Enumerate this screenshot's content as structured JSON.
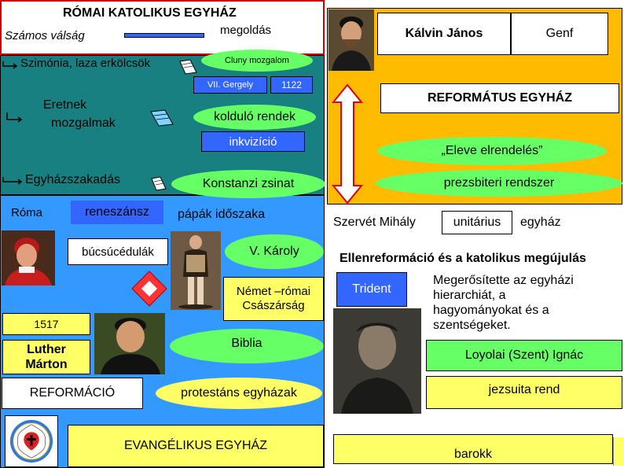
{
  "title": "RÓMAI KATOLIKUS EGYHÁZ",
  "left_top": {
    "valsag": "Számos válság",
    "megoldas": "megoldás",
    "szimonia": "Szimónia, laza erkölcsök",
    "cluny": "Cluny mozgalom",
    "gergely": "VII. Gergely",
    "year_1122": "1122",
    "eretnek_1": "Eretnek",
    "eretnek_2": "mozgalmak",
    "koldulo": "kolduló rendek",
    "inkvizicio": "inkvizíció",
    "egyhazszakadas": "Egyházszakadás",
    "konstanzi": "Konstanzi zsinat"
  },
  "left_bottom": {
    "roma": "Róma",
    "reneszansz": "reneszánsz",
    "papak": "pápák időszaka",
    "bucsucedulak": "búcsúcédulák",
    "v_karoly": "V. Károly",
    "nemet_1": "Német –római",
    "nemet_2": "Császárság",
    "year_1517": "1517",
    "luther_1": "Luther",
    "luther_2": "Márton",
    "biblia": "Biblia",
    "reformacio": "REFORMÁCIÓ",
    "protestans": "protestáns egyházak",
    "evangelikus": "EVANGÉLIKUS EGYHÁZ"
  },
  "right_top": {
    "kalvin": "Kálvin János",
    "genf": "Genf",
    "reformatus": "REFORMÁTUS EGYHÁZ",
    "eleve": "„Eleve elrendelés”",
    "presbiteri": "prezsbiteri rendszer"
  },
  "right_bottom": {
    "szervet": "Szervét Mihály",
    "unitarius": "unitárius",
    "egyhaz": "egyház",
    "ellenreformacio": "Ellenreformáció és a katolikus megújulás",
    "trident": "Trident",
    "megerositette_1": "Megerősítette az egyházi",
    "megerositette_2": "hierarchiát, a",
    "megerositette_3": "hagyományokat és a",
    "megerositette_4": "szentségeket.",
    "loyola": "Loyolai (Szent) Ignác",
    "jezsuita": "jezsuita rend",
    "barokk": "barokk"
  },
  "colors": {
    "teal_panel": "#188080",
    "blue_panel": "#3399ff",
    "orange_panel": "#ffbb00",
    "green_oval": "#66ff66",
    "blue_chip": "#3366ff",
    "yellow_box": "#ffff66"
  },
  "icons": [
    "bent-arrow-icon",
    "scroll-icon",
    "double-arrow-icon",
    "luther-rose-icon"
  ]
}
